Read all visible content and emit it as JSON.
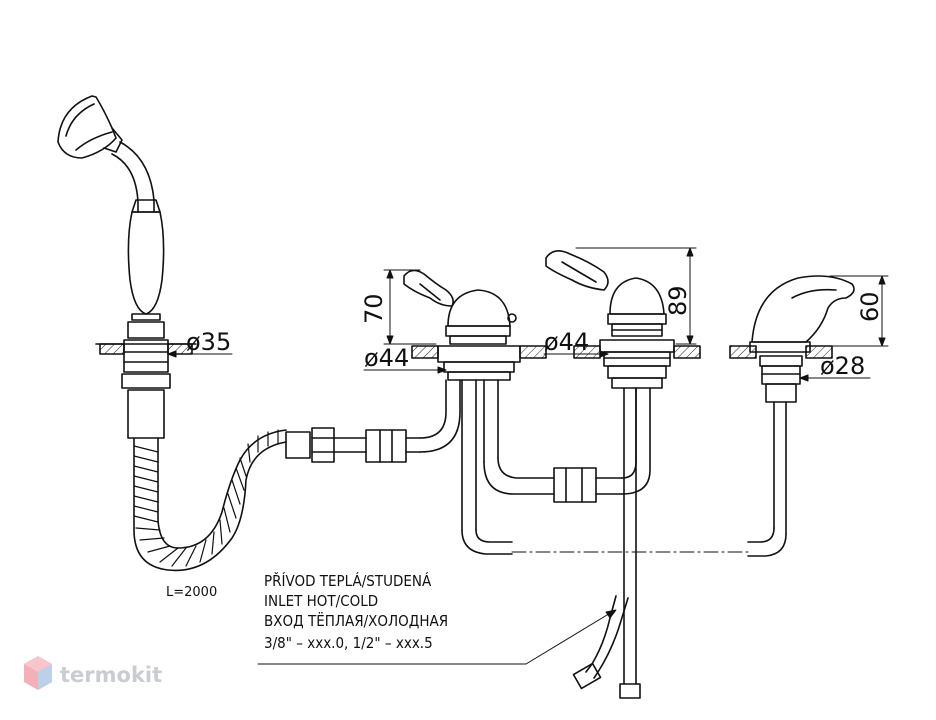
{
  "dimensions": {
    "shower_flange_dia": "ø35",
    "valve_left_height": "70",
    "valve_left_dia": "ø44",
    "valve_right_height": "89",
    "valve_right_dia": "ø44",
    "spout_height": "60",
    "spout_dia": "ø28"
  },
  "hose_length": "L=2000",
  "notes": {
    "line1": "PŘÍVOD TEPLÁ/STUDENÁ",
    "line2": "INLET HOT/COLD",
    "line3": "ВХОД ТЁПЛАЯ/ХОЛОДНАЯ",
    "line4": "3/8\" – xxx.0, 1/2\" – xxx.5"
  },
  "watermark": {
    "brand": "termokit",
    "color": "#c9ccd1"
  }
}
